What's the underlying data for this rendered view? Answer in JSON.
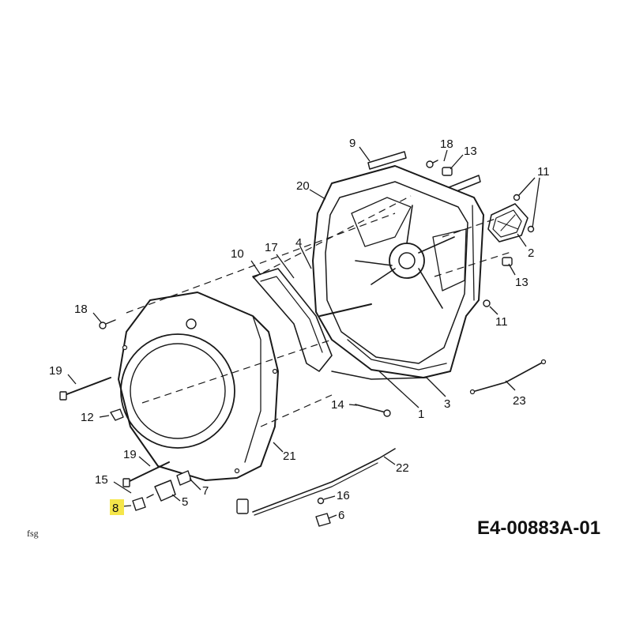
{
  "diagram": {
    "reference_code": "E4-00883A-01",
    "corner_mark": "fsg",
    "highlighted_part": "8",
    "highlight_color": "#f5e64a",
    "parts": [
      "1",
      "2",
      "3",
      "4",
      "5",
      "6",
      "7",
      "8",
      "9",
      "10",
      "11",
      "11",
      "11",
      "12",
      "13",
      "13",
      "14",
      "15",
      "16",
      "17",
      "18",
      "18",
      "19",
      "19",
      "20",
      "21",
      "22",
      "23"
    ]
  }
}
